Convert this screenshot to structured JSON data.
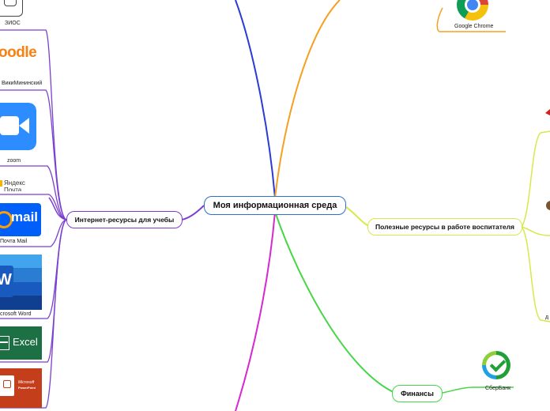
{
  "central": {
    "label": "Моя информационная среда"
  },
  "branches": {
    "internet": {
      "label": "Интернет-ресурсы для учебы",
      "color": "#7b3fd0"
    },
    "useful": {
      "label": "Полезные ресурсы в работе воспитателя",
      "color": "#d8e84a"
    },
    "finance": {
      "label": "Финансы",
      "color": "#46d646"
    },
    "top": {
      "color": "#2a3bd6"
    },
    "top_right": {
      "color": "#f4a020"
    },
    "bottom": {
      "color": "#d629d0"
    }
  },
  "leaves": {
    "zios": "ЗИОС",
    "wiki": "ВикиМининский",
    "zoom": "zoom",
    "mail": "Почта Mail",
    "word": "crosoft Word",
    "chrome": "Google Chrome",
    "sber": "СберБанк",
    "partial_d": "д"
  },
  "logos": {
    "moodle": "oodle",
    "yandex": "Яндекс Почта",
    "mailru": "mail",
    "word_letter": "W",
    "excel": "Excel",
    "ppt_brand": "Microsoft",
    "ppt_name": "PowerPoint"
  }
}
